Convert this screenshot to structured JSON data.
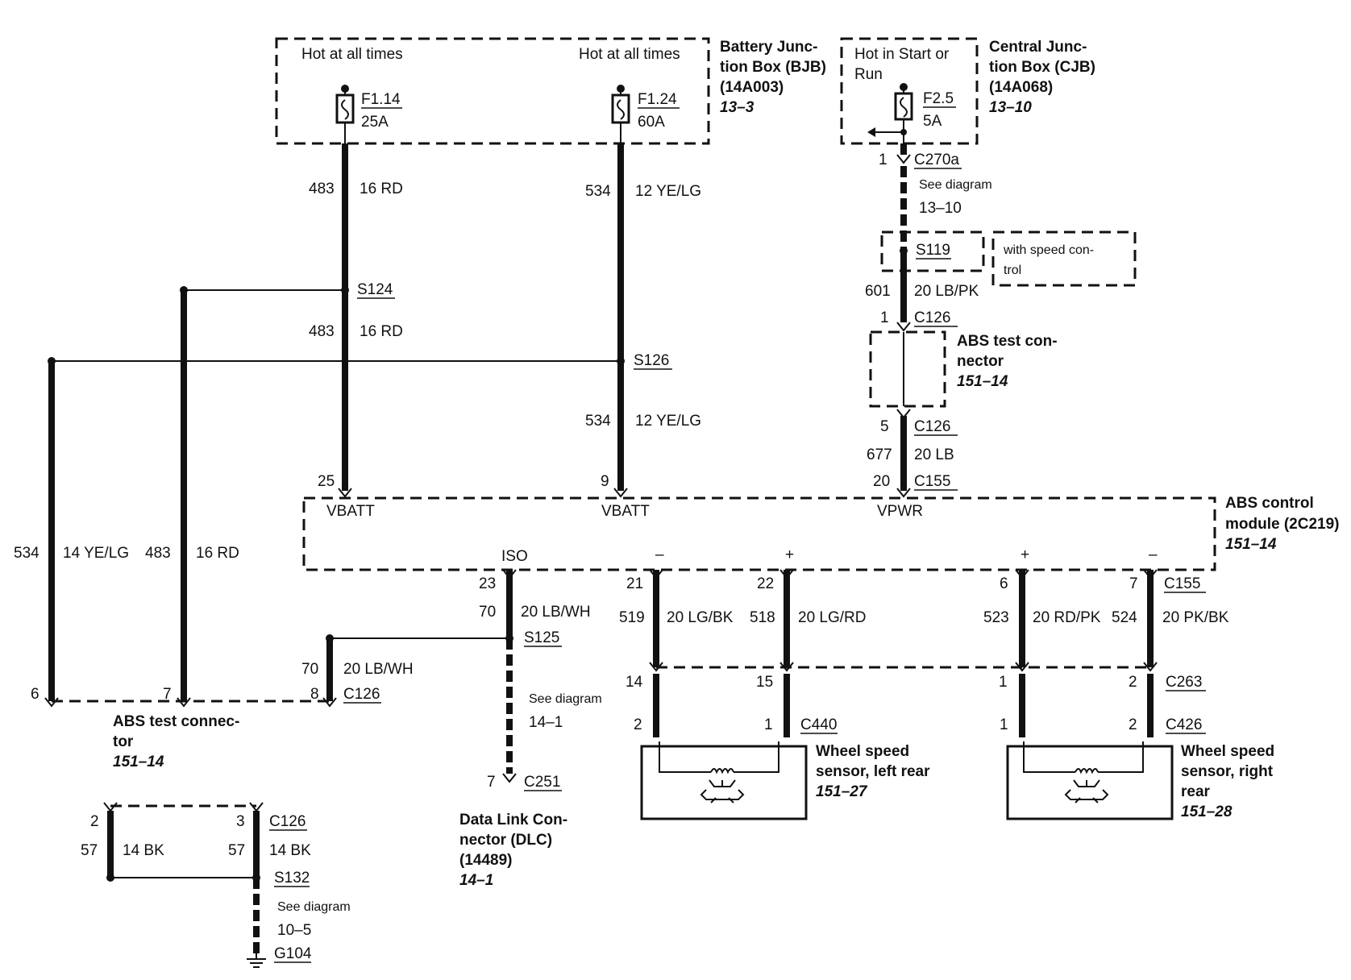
{
  "bjb": {
    "hot_left": "Hot at all times",
    "hot_right": "Hot at all times",
    "fuse1_id": "F1.14",
    "fuse1_amp": "25A",
    "fuse2_id": "F1.24",
    "fuse2_amp": "60A",
    "title_l1": "Battery Junc-",
    "title_l2": "tion Box (BJB)",
    "title_l3": "(14A003)",
    "ref": "13–3"
  },
  "cjb": {
    "hot_l1": "Hot in Start or",
    "hot_l2": "Run",
    "fuse_id": "F2.5",
    "fuse_amp": "5A",
    "title_l1": "Central Junc-",
    "title_l2": "tion Box (CJB)",
    "title_l3": "(14A068)",
    "ref": "13–10"
  },
  "wires": {
    "w483_top": {
      "circuit": "483",
      "spec": "16 RD"
    },
    "w534_top": {
      "circuit": "534",
      "spec": "12 YE/LG"
    },
    "w483_mid": {
      "circuit": "483",
      "spec": "16 RD"
    },
    "w534_mid": {
      "circuit": "534",
      "spec": "12 YE/LG"
    },
    "w601": {
      "circuit": "601",
      "spec": "20 LB/PK"
    },
    "w677": {
      "circuit": "677",
      "spec": "20 LB"
    },
    "w534_left": {
      "circuit": "534",
      "spec": "14 YE/LG"
    },
    "w483_left": {
      "circuit": "483",
      "spec": "16 RD"
    },
    "w70_iso": {
      "circuit": "70",
      "spec": "20 LB/WH"
    },
    "w70_tc": {
      "circuit": "70",
      "spec": "20 LB/WH"
    },
    "w519": {
      "circuit": "519",
      "spec": "20 LG/BK"
    },
    "w518": {
      "circuit": "518",
      "spec": "20 LG/RD"
    },
    "w523": {
      "circuit": "523",
      "spec": "20 RD/PK"
    },
    "w524": {
      "circuit": "524",
      "spec": "20 PK/BK"
    },
    "w57_left": {
      "circuit": "57",
      "spec": "14 BK"
    },
    "w57_right": {
      "circuit": "57",
      "spec": "14 BK"
    }
  },
  "connectors": {
    "c270a": {
      "pin": "1",
      "id": "C270a",
      "see_l1": "See diagram",
      "see_l2": "13–10"
    },
    "s119": {
      "id": "S119",
      "note_l1": "with speed con-",
      "note_l2": "trol"
    },
    "c126_top": {
      "pin": "1",
      "id": "C126"
    },
    "abs_test_top": {
      "l1": "ABS test con-",
      "l2": "nector",
      "ref": "151–14"
    },
    "c126_bot": {
      "pin": "5",
      "id": "C126"
    },
    "c155_top": {
      "pin": "20",
      "id": "C155"
    },
    "pin25": "25",
    "pin9": "9",
    "s124": "S124",
    "s126": "S126",
    "s125": "S125",
    "see_14_1_l1": "See diagram",
    "see_14_1_l2": "14–1",
    "c251": {
      "pin": "7",
      "id": "C251"
    },
    "c126_tc": {
      "pin6": "6",
      "pin7": "7",
      "pin8": "8",
      "id": "C126"
    },
    "abs_test_left": {
      "l1": "ABS test connec-",
      "l2": "tor",
      "ref": "151–14"
    },
    "dlc": {
      "l1": "Data Link Con-",
      "l2": "nector (DLC)",
      "l3": "(14489)",
      "ref": "14–1"
    },
    "c155_bot": {
      "pin23": "23",
      "pin21": "21",
      "pin22": "22",
      "pin6": "6",
      "pin7": "7",
      "id": "C155"
    },
    "c263": {
      "pin14": "14",
      "pin15": "15",
      "pin1": "1",
      "pin2": "2",
      "id": "C263"
    },
    "c440": {
      "pin2": "2",
      "pin1": "1",
      "id": "C440"
    },
    "c426": {
      "pin1": "1",
      "pin2": "2",
      "id": "C426"
    },
    "ground": {
      "pin2": "2",
      "pin3": "3",
      "id": "C126",
      "splice": "S132",
      "see_l1": "See diagram",
      "see_l2": "10–5",
      "gnd": "G104"
    }
  },
  "abs_module": {
    "vbatt1": "VBATT",
    "vbatt2": "VBATT",
    "vpwr": "VPWR",
    "iso": "ISO",
    "minus1": "–",
    "plus1": "+",
    "plus2": "+",
    "minus2": "–",
    "title_l1": "ABS control",
    "title_l2": "module (2C219)",
    "ref": "151–14"
  },
  "sensors": {
    "left": {
      "l1": "Wheel speed",
      "l2": "sensor, left rear",
      "ref": "151–27"
    },
    "right": {
      "l1": "Wheel speed",
      "l2": "sensor, right",
      "l3": "rear",
      "ref": "151–28"
    }
  }
}
